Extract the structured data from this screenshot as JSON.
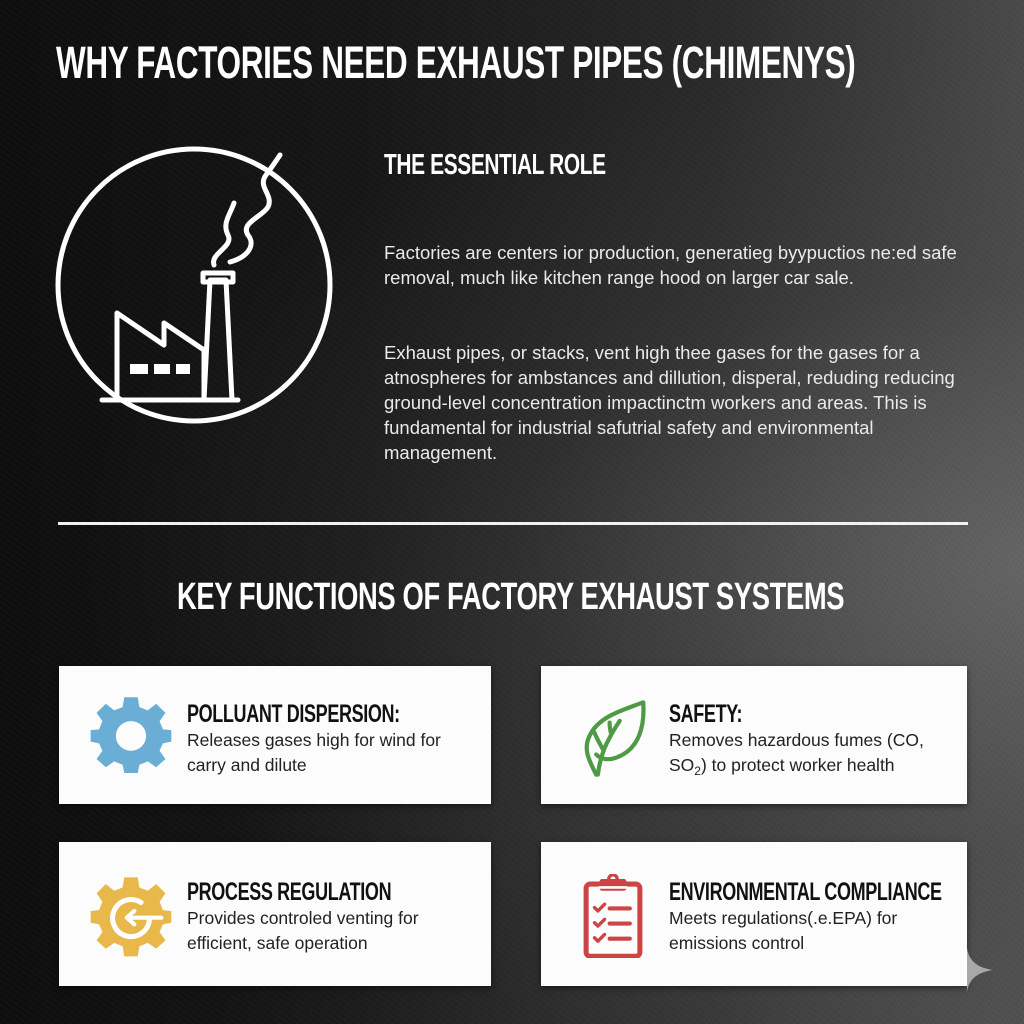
{
  "header": {
    "title": "WHY FACTORIES NEED EXHAUST PIPES (CHIMENYS)"
  },
  "hero": {
    "icon": "factory-chimney-smoke-icon",
    "section_title": "THE ESSENTIAL ROLE",
    "paragraphs": [
      "Factories are centers ior production, generatieg byypuctios ne:ed safe removal, much like kitchen range hood on larger car sale.",
      "Exhaust pipes, or stacks, vent high thee gases for the gases for a atnospheres for ambstances and dillution, disperal, reduding reducing ground-level concentration impactinctm workers and areas. This is fundamental for industrial safutrial safety and environmental management."
    ]
  },
  "section": {
    "title": "KEY FUNCTIONS OF FACTORY EXHAUST SYSTEMS"
  },
  "cards": [
    {
      "title": "POLLUANT DISPERSION:",
      "description": "Releases gases high for wind for carry and dilute",
      "icon": "gear-icon",
      "icon_color": "#6aaed6"
    },
    {
      "title": "SAFETY:",
      "description_prefix": "Removes hazardous fumes (CO, SO",
      "description_sub": "2",
      "description_suffix": ") to protect worker health",
      "icon": "leaf-icon",
      "icon_color": "#4f9a45"
    },
    {
      "title": "PROCESS REGULATION",
      "description": "Provides controled venting for efficient, safe operation",
      "icon": "gear-arrow-icon",
      "icon_color": "#e8b84a"
    },
    {
      "title": "ENVIRONMENTAL COMPLIANCE",
      "description": "Meets regulations(.e.EPA) for emissions control",
      "icon": "clipboard-checklist-icon",
      "icon_color": "#cc4444"
    }
  ],
  "colors": {
    "background": "#111111",
    "text": "#ffffff",
    "card_bg": "#fcfcfc",
    "card_text": "#111111"
  }
}
